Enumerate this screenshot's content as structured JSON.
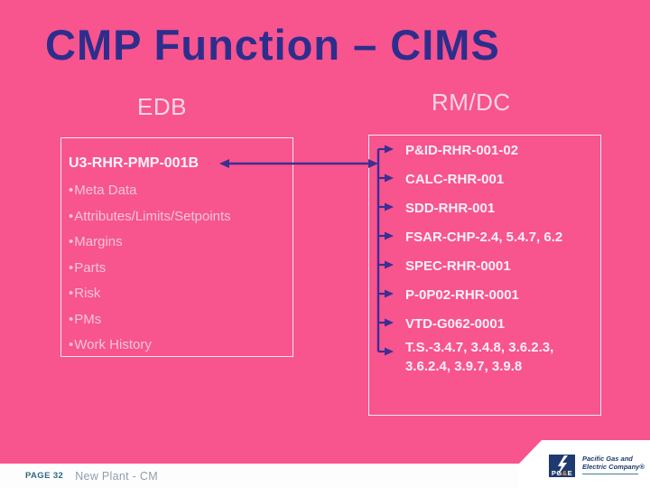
{
  "slide": {
    "title": "CMP Function – CIMS",
    "columns": {
      "left_header": "EDB",
      "right_header": "RM/DC"
    },
    "edb_box": {
      "title": "U3-RHR-PMP-001B",
      "bullet": "•",
      "items": [
        "Meta Data",
        "Attributes/Limits/Setpoints",
        "Margins",
        "Parts",
        "Risk",
        "PMs",
        "Work History"
      ]
    },
    "rmdc_box": {
      "items": [
        "P&ID-RHR-001-02",
        "CALC-RHR-001",
        "SDD-RHR-001",
        "FSAR-CHP-2.4, 5.4.7, 6.2",
        "SPEC-RHR-0001",
        "P-0P02-RHR-0001",
        "VTD-G062-0001",
        "T.S.-3.4.7, 3.4.8, 3.6.2.3, 3.6.2.4, 3.9.7, 3.9.8"
      ]
    },
    "footer": {
      "page_label": "PAGE 32",
      "subtitle": "New Plant - CM",
      "logo": {
        "mono_pg": "PG",
        "mono_amp": "&",
        "mono_e": "E",
        "company_line1": "Pacific Gas and",
        "company_line2": "Electric Company®"
      }
    },
    "colors": {
      "background": "#F8548E",
      "title_text": "#2D2E8C",
      "arrow": "#3C2F93",
      "header_text": "#FBD5E4",
      "box_border": "#F9E8EF",
      "box_title_text": "#FEF5F9",
      "bullet_text": "#F7C6DA",
      "item_text": "#FDF1F6",
      "logo_navy": "#1E3A6E",
      "logo_amp_orange": "#F09B3C",
      "page_label_text": "#2F6A80",
      "footer_subtitle_text": "#8E9EAD"
    }
  }
}
